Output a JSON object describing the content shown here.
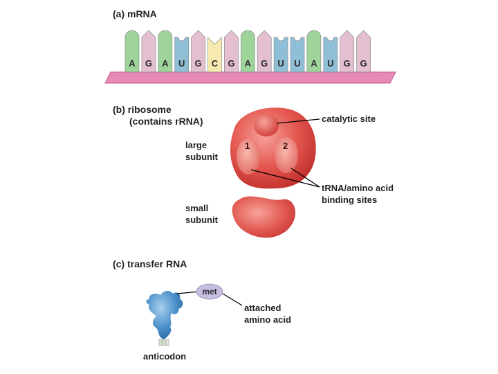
{
  "mrna": {
    "heading": "(a)  mRNA",
    "bases": [
      "A",
      "G",
      "A",
      "U",
      "G",
      "C",
      "G",
      "A",
      "G",
      "U",
      "U",
      "A",
      "U",
      "G",
      "G"
    ],
    "colors": {
      "A": "#9ed49a",
      "G": "#e3bfd0",
      "U": "#8fbfd6",
      "C": "#f6eab0"
    },
    "backbone_color": "#e88ab7"
  },
  "ribosome": {
    "heading_line1": "(b)  ribosome",
    "heading_line2": "(contains rRNA)",
    "large_label": [
      "large",
      "subunit"
    ],
    "small_label": [
      "small",
      "subunit"
    ],
    "catalytic_label": "catalytic site",
    "binding_label": [
      "tRNA/amino acid",
      "binding sites"
    ],
    "site_numbers": [
      "1",
      "2"
    ]
  },
  "trna": {
    "heading": "(c)  transfer RNA",
    "amino_acid": "met",
    "attached_label": [
      "attached",
      "amino acid"
    ],
    "anticodon_label": "anticodon"
  }
}
